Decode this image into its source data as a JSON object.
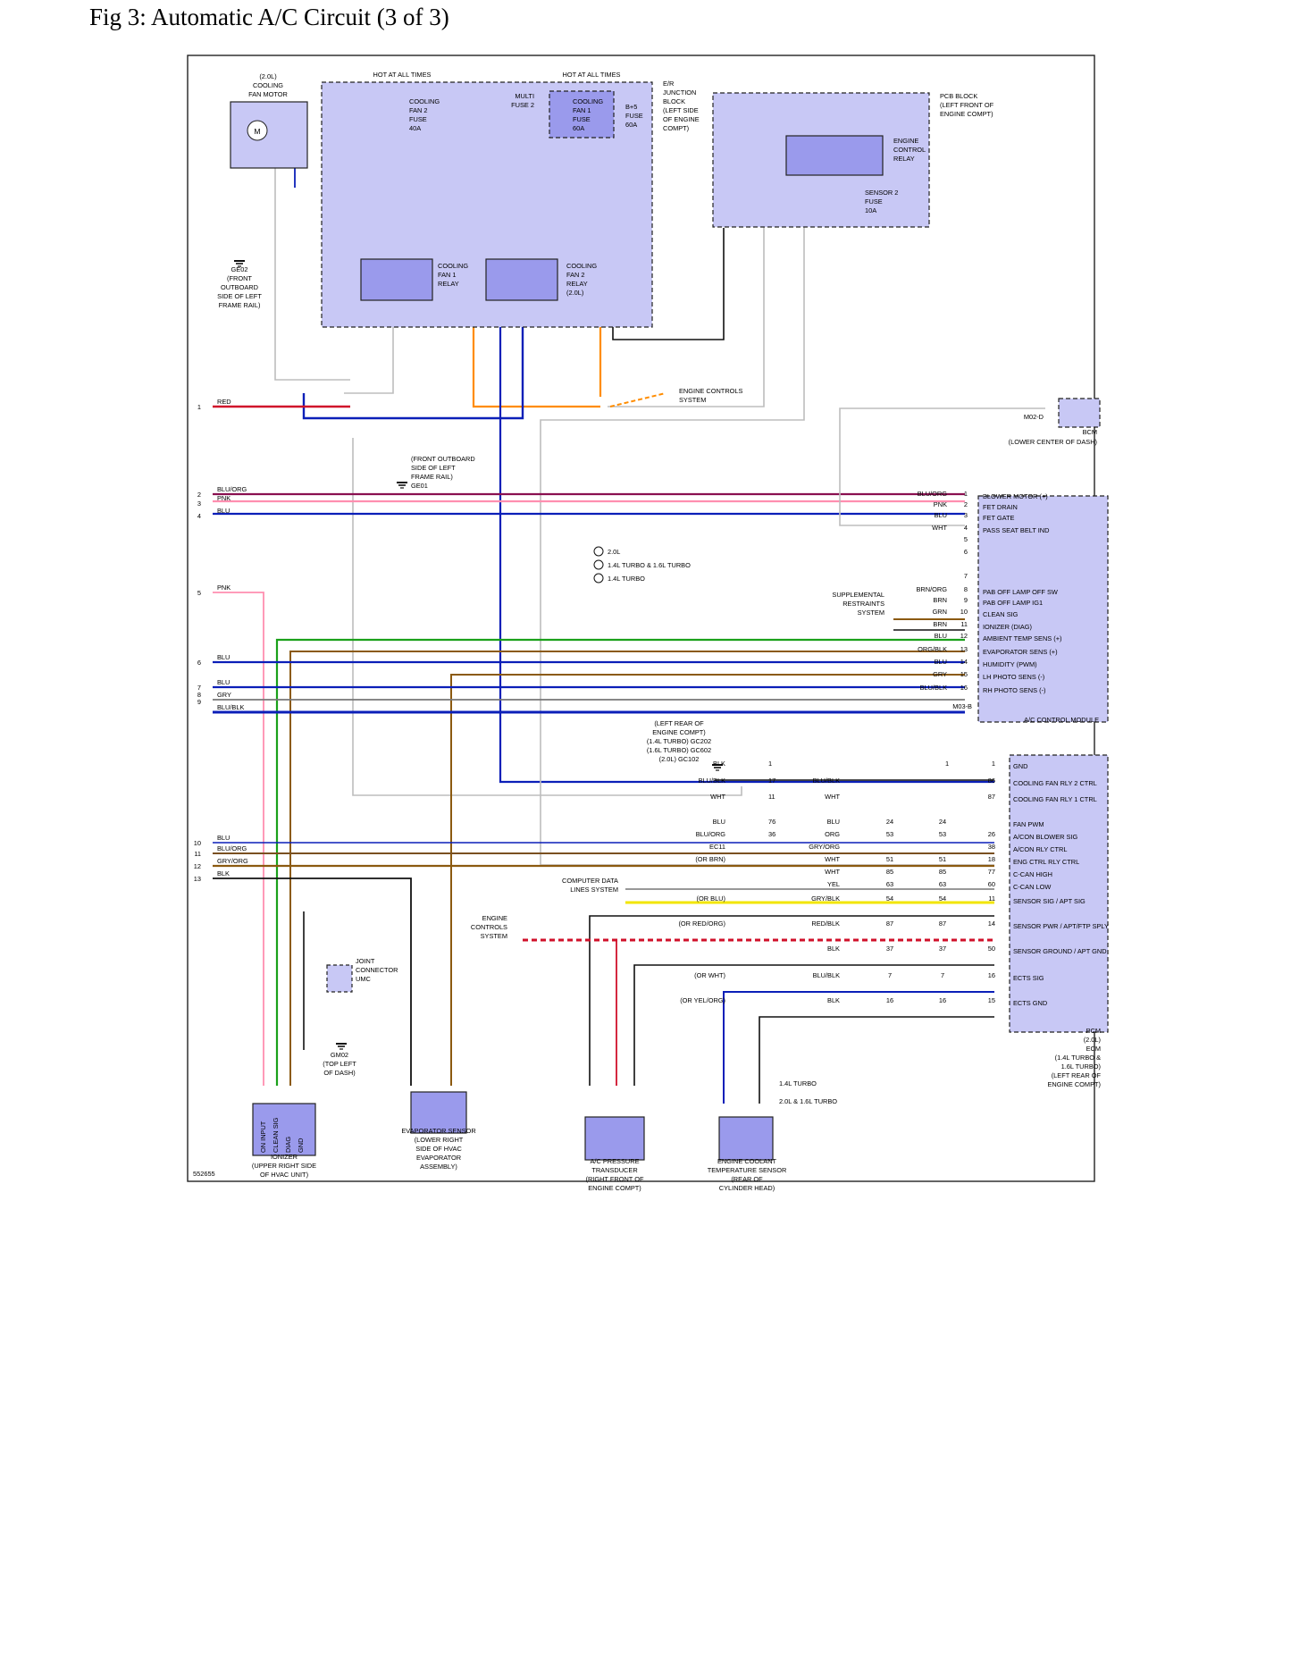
{
  "title": "Fig 3: Automatic A/C Circuit (3 of 3)",
  "figure_id": "552655",
  "colors": {
    "red": "#d0102a",
    "pink": "#ff8fb0",
    "blue": "#0b1fb8",
    "green": "#1aa01a",
    "brown": "#8b5a10",
    "orange": "#ff8c00",
    "white_wire": "#bdbdbd",
    "black": "#111111",
    "gray": "#777777",
    "yellow": "#f2e600",
    "grid_block": "#c8c8f5",
    "block_dark": "#9a9aec"
  },
  "components": {
    "cooling_fan_motor": [
      "(2.0L)",
      "COOLING",
      "FAN MOTOR"
    ],
    "hot1": "HOT AT ALL TIMES",
    "hot2": "HOT AT ALL TIMES",
    "fuse_fan2": [
      "COOLING",
      "FAN 2",
      "FUSE",
      "40A"
    ],
    "multi_fuse": [
      "MULTI",
      "FUSE 2"
    ],
    "fuse_fan1": [
      "COOLING",
      "FAN 1",
      "FUSE",
      "60A"
    ],
    "fuse_b5": [
      "B+5",
      "FUSE",
      "60A"
    ],
    "er_junction": [
      "E/R",
      "JUNCTION",
      "BLOCK",
      "(LEFT SIDE",
      "OF ENGINE",
      "COMPT)"
    ],
    "pcb_block": [
      "PCB BLOCK",
      "(LEFT FRONT OF",
      "ENGINE COMPT)"
    ],
    "ecr": [
      "ENGINE",
      "CONTROL",
      "RELAY"
    ],
    "sensor2_fuse": [
      "SENSOR 2",
      "FUSE",
      "10A"
    ],
    "relay1": [
      "COOLING",
      "FAN 1",
      "RELAY"
    ],
    "relay2": [
      "COOLING",
      "FAN 2",
      "RELAY",
      "(2.0L)"
    ],
    "ge02": [
      "GE02",
      "(FRONT",
      "OUTBOARD",
      "SIDE OF LEFT",
      "FRAME RAIL)"
    ],
    "ge01": [
      "(FRONT OUTBOARD",
      "SIDE OF LEFT",
      "FRAME RAIL)",
      "GE01"
    ],
    "ecs_top": [
      "ENGINE CONTROLS",
      "SYSTEM"
    ],
    "bcm": [
      "BCM",
      "(LOWER CENTER OF DASH)"
    ],
    "m02d": "M02-D",
    "m03b": "M03-B",
    "legend": [
      "2.0L",
      "1.4L TURBO & 1.6L TURBO",
      "1.4L TURBO"
    ],
    "srs": [
      "SUPPLEMENTAL",
      "RESTRAINTS",
      "SYSTEM"
    ],
    "ac_module": "A/C CONTROL MODULE",
    "ground_rear": [
      "(LEFT REAR OF",
      "ENGINE COMPT)",
      "(1.4L TURBO)  GC202",
      "(1.6L TURBO)    GC602",
      "(2.0L)   GC102"
    ],
    "cdl": [
      "COMPUTER DATA",
      "LINES SYSTEM"
    ],
    "ecs_mid": [
      "ENGINE",
      "CONTROLS",
      "SYSTEM"
    ],
    "pcm": [
      "PCM",
      "(2.0L)",
      "ECM",
      "(1.4L TURBO &",
      "1.6L TURBO)",
      "(LEFT REAR OF",
      "ENGINE COMPT)"
    ],
    "joint": [
      "JOINT",
      "CONNECTOR",
      "UMC"
    ],
    "gm02": [
      "GM02",
      "(TOP LEFT",
      "OF DASH)"
    ],
    "ionizer": [
      "IONIZER",
      "(UPPER RIGHT SIDE",
      "OF HVAC UNIT)"
    ],
    "ionizer_pins": [
      "ON INPUT",
      "CLEAN SIG",
      "DIAG",
      "GND"
    ],
    "evap": [
      "EVAPORATOR SENSOR",
      "(LOWER RIGHT",
      "SIDE OF HVAC",
      "EVAPORATOR",
      "ASSEMBLY)"
    ],
    "acp": [
      "A/C PRESSURE",
      "TRANSDUCER",
      "(RIGHT FRONT OF",
      "ENGINE COMPT)"
    ],
    "ect": [
      "ENGINE COOLANT",
      "TEMPERATURE SENSOR",
      "(REAR OF",
      "CYLINDER HEAD)"
    ],
    "turbo14": "1.4L TURBO",
    "turbo20": "2.0L & 1.6L TURBO"
  },
  "ac_module_pins": [
    {
      "n": "1",
      "color": "BLU/ORG",
      "label": "BLOWER MOTOR (+)"
    },
    {
      "n": "2",
      "color": "PNK",
      "label": "FET DRAIN"
    },
    {
      "n": "3",
      "color": "BLU",
      "label": "FET GATE"
    },
    {
      "n": "4",
      "color": "WHT",
      "label": "PASS SEAT BELT IND"
    },
    {
      "n": "5",
      "color": "",
      "label": ""
    },
    {
      "n": "6",
      "color": "",
      "label": ""
    },
    {
      "n": "7",
      "color": "",
      "label": ""
    },
    {
      "n": "8",
      "color": "BRN/ORG",
      "label": "PAB OFF LAMP OFF SW"
    },
    {
      "n": "9",
      "color": "BRN",
      "label": "PAB OFF LAMP IG1"
    },
    {
      "n": "10",
      "color": "GRN",
      "label": "CLEAN SIG"
    },
    {
      "n": "11",
      "color": "BRN",
      "label": "IONIZER (DIAG)"
    },
    {
      "n": "12",
      "color": "BLU",
      "label": "AMBIENT TEMP SENS (+)"
    },
    {
      "n": "13",
      "color": "ORG/BLK",
      "label": "EVAPORATOR SENS (+)"
    },
    {
      "n": "14",
      "color": "BLU",
      "label": "HUMIDITY (PWM)"
    },
    {
      "n": "15",
      "color": "GRY",
      "label": "LH PHOTO SENS (-)"
    },
    {
      "n": "16",
      "color": "BLU/BLK",
      "label": "RH PHOTO SENS (-)"
    }
  ],
  "pcm_rows": [
    {
      "c1": "BLK",
      "n1": "1",
      "n2": "1",
      "n3": "1",
      "label": "GND"
    },
    {
      "c1": "BLU/BLK",
      "n1": "17",
      "c2": "BLU/BLK",
      "n3": "86",
      "label": "COOLING FAN RLY 2 CTRL"
    },
    {
      "c1": "WHT",
      "n1": "11",
      "c2": "WHT",
      "n3": "87",
      "label": "COOLING FAN RLY 1 CTRL"
    },
    {
      "c1": "BLU",
      "n1": "76",
      "c2": "BLU",
      "n2a": "24",
      "n2b": "24",
      "label": "FAN PWM"
    },
    {
      "c1": "BLU/ORG",
      "n1": "36",
      "c2": "ORG",
      "n2a": "53",
      "n2b": "53",
      "n3": "26",
      "label": "A/CON BLOWER SIG"
    },
    {
      "c1": "EC11",
      "c2": "GRY/ORG",
      "n3": "38",
      "label": "A/CON RLY CTRL"
    },
    {
      "c1": "(OR BRN)",
      "c2": "WHT",
      "n2a": "51",
      "n2b": "51",
      "n3": "18",
      "label": "ENG CTRL RLY CTRL"
    },
    {
      "c2": "WHT",
      "n2a": "85",
      "n2b": "85",
      "n3": "77",
      "label": "C-CAN HIGH"
    },
    {
      "c2": "YEL",
      "n2a": "63",
      "n2b": "63",
      "n3": "60",
      "label": "C-CAN LOW"
    },
    {
      "c1": "(OR BLU)",
      "c2": "GRY/BLK",
      "n2a": "54",
      "n2b": "54",
      "n3": "11",
      "label": "SENSOR SIG / APT SIG"
    },
    {
      "c1": "(OR RED/ORG)",
      "c2": "RED/BLK",
      "n2a": "87",
      "n2b": "87",
      "n3": "14",
      "label": "SENSOR PWR / APT/FTP SPLY"
    },
    {
      "c2": "BLK",
      "n2a": "37",
      "n2b": "37",
      "n3": "50",
      "label": "SENSOR GROUND / APT GND"
    },
    {
      "c1": "(OR WHT)",
      "c2": "BLU/BLK",
      "n2a": "7",
      "n2b": "7",
      "n3": "16",
      "label": "ECTS SIG"
    },
    {
      "c1": "(OR YEL/ORG)",
      "c2": "BLK",
      "n2a": "16",
      "n2b": "16",
      "n3": "15",
      "label": "ECTS GND"
    }
  ],
  "left_wires": [
    {
      "n": "1",
      "color": "RED"
    },
    {
      "n": "2",
      "color": "BLU/ORG"
    },
    {
      "n": "3",
      "color": "PNK"
    },
    {
      "n": "4",
      "color": "BLU"
    },
    {
      "n": "5",
      "color": "PNK"
    },
    {
      "n": "6",
      "color": "BLU"
    },
    {
      "n": "7",
      "color": "BLU"
    },
    {
      "n": "8",
      "color": "GRY"
    },
    {
      "n": "9",
      "color": "BLU/BLK"
    },
    {
      "n": "10",
      "color": "BLU"
    },
    {
      "n": "11",
      "color": "BLU/ORG"
    },
    {
      "n": "12",
      "color": "GRY/ORG"
    },
    {
      "n": "13",
      "color": "BLK"
    }
  ]
}
